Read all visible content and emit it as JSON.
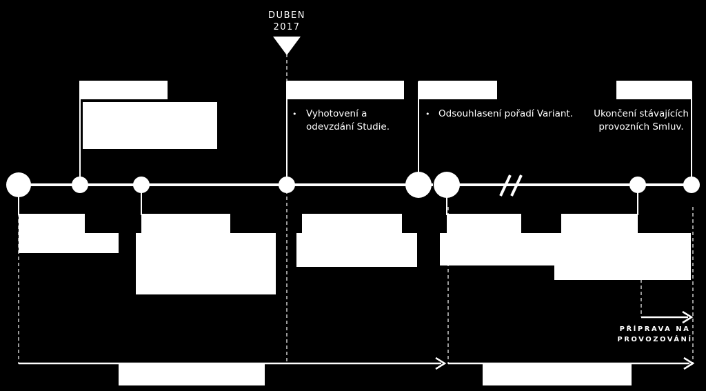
{
  "marker": {
    "month": "DUBEN",
    "year": "2017"
  },
  "notes": {
    "study": {
      "bullet": "•",
      "line1": "Vyhotovení a",
      "line2": "odevzdání Studie."
    },
    "variants": {
      "bullet": "•",
      "line1": "Odsouhlasení pořadí Variant."
    },
    "contracts": {
      "line1": "Ukončení stávajících",
      "line2": "provozních Smluv."
    }
  },
  "arrow_label": {
    "line1": "PŘÍPRAVA NA",
    "line2": "PROVOZOVÁNÍ"
  },
  "colors": {
    "background": "#000000",
    "foreground": "#ffffff"
  }
}
